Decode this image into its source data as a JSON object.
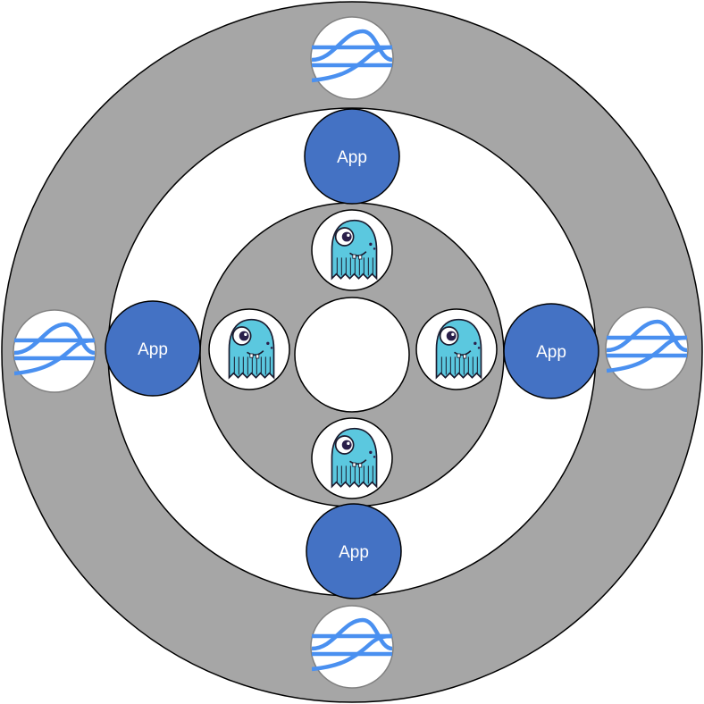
{
  "colors": {
    "ring_fill": "#a6a6a6",
    "outline": "#000000",
    "app_fill": "#4472c4",
    "app_text": "#ffffff",
    "background": "#ffffff",
    "wave_icon_stroke": "#4a90f0",
    "wave_icon_border": "#808080",
    "octopus_body": "#5bc8df",
    "octopus_eye": "#2a1f4a"
  },
  "apps": [
    {
      "label": "App"
    },
    {
      "label": "App"
    },
    {
      "label": "App"
    },
    {
      "label": "App"
    }
  ],
  "outer_nodes": [
    {
      "icon": "wave-icon"
    },
    {
      "icon": "wave-icon"
    },
    {
      "icon": "wave-icon"
    },
    {
      "icon": "wave-icon"
    }
  ],
  "inner_nodes": [
    {
      "icon": "octopus-icon"
    },
    {
      "icon": "octopus-icon"
    },
    {
      "icon": "octopus-icon"
    },
    {
      "icon": "octopus-icon"
    }
  ]
}
